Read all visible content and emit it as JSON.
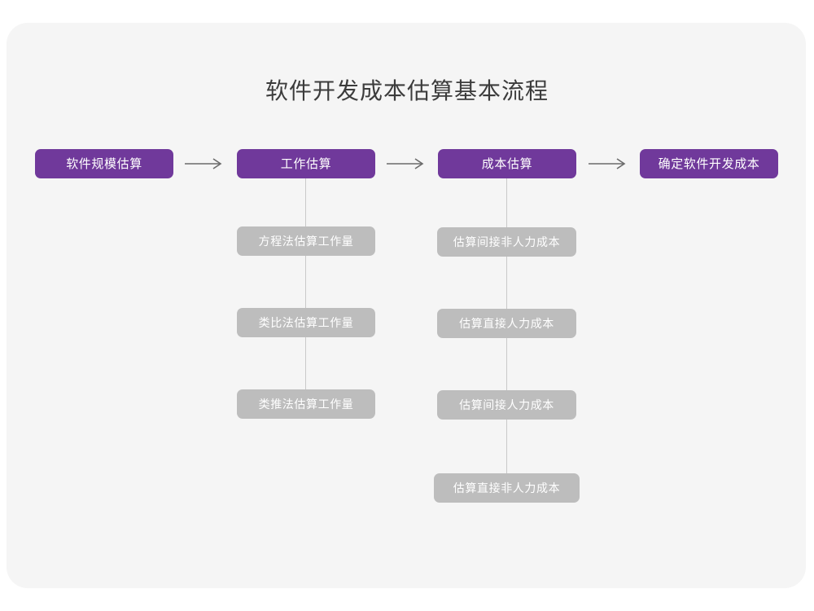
{
  "page": {
    "background_color": "#ffffff",
    "card_color": "#f5f5f5"
  },
  "title": "软件开发成本估算基本流程",
  "colors": {
    "primary": "#70399b",
    "secondary": "#bdbdbd",
    "connector": "#c9c9c9",
    "title_text": "#3c3c3c",
    "arrow": "#6b6b6b"
  },
  "chart_data": {
    "type": "diagram",
    "title": "软件开发成本估算基本流程",
    "orientation": "left-to-right with vertical sub-branches",
    "stages": [
      {
        "id": "stage-1",
        "label": "软件规模估算",
        "children": []
      },
      {
        "id": "stage-2",
        "label": "工作估算",
        "children": [
          "方程法估算工作量",
          "类比法估算工作量",
          "类推法估算工作量"
        ]
      },
      {
        "id": "stage-3",
        "label": "成本估算",
        "children": [
          "估算间接非人力成本",
          "估算直接人力成本",
          "估算间接人力成本",
          "估算直接非人力成本"
        ]
      },
      {
        "id": "stage-4",
        "label": "确定软件开发成本",
        "children": []
      }
    ],
    "connectors": [
      {
        "from": "stage-1",
        "to": "stage-2",
        "style": "arrow"
      },
      {
        "from": "stage-2",
        "to": "stage-3",
        "style": "arrow"
      },
      {
        "from": "stage-3",
        "to": "stage-4",
        "style": "arrow"
      }
    ]
  },
  "nodes": {
    "stage1": "软件规模估算",
    "stage2": "工作估算",
    "stage3": "成本估算",
    "stage4": "确定软件开发成本",
    "branch2": {
      "item1": "方程法估算工作量",
      "item2": "类比法估算工作量",
      "item3": "类推法估算工作量"
    },
    "branch3": {
      "item1": "估算间接非人力成本",
      "item2": "估算直接人力成本",
      "item3": "估算间接人力成本",
      "item4": "估算直接非人力成本"
    }
  }
}
